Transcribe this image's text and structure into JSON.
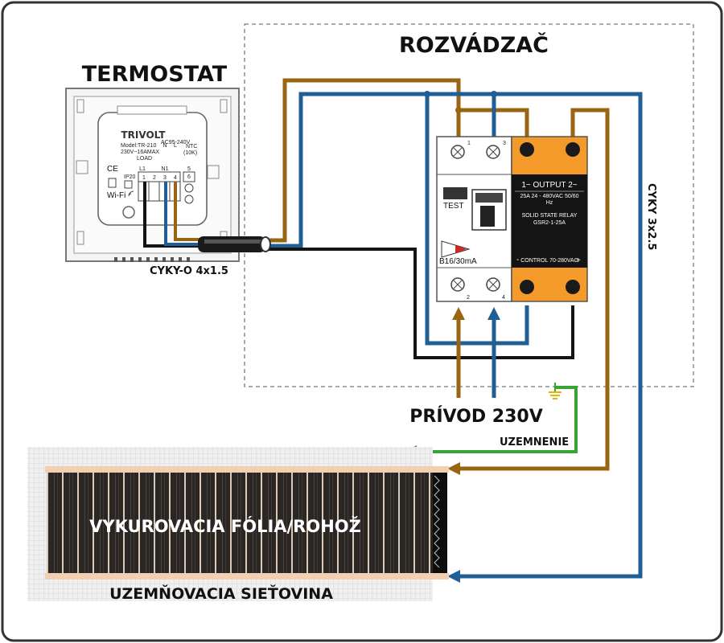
{
  "titles": {
    "thermostat": "TERMOSTAT",
    "cabinet": "ROZVÁDZAČ"
  },
  "thermostat": {
    "brand": "TRIVOLT",
    "model": "Model:TR-210",
    "rating": "230V~16AMAX",
    "load": "LOAD",
    "ac_label": "AC95-240V",
    "ntc_label": "NTC",
    "ntc_value": "(10K)",
    "ip_label": "IP20",
    "ce": "CE",
    "wifi": "Wi-Fi",
    "terminal_tags": [
      "L1",
      "",
      "N1",
      "N",
      "L",
      ""
    ],
    "terminals": [
      "1",
      "2",
      "3",
      "4",
      "5",
      "6"
    ]
  },
  "breaker": {
    "top_terminals": [
      "1",
      "3"
    ],
    "bottom_terminals": [
      "2",
      "4"
    ],
    "test": "TEST",
    "rating": "B16/30mA"
  },
  "relay": {
    "output": "1~ OUTPUT 2~",
    "spec": "25A 24 - 480VAC 50/60",
    "hz": "Hz",
    "name": "SOLID STATE RELAY",
    "model": "GSR2-1-25A",
    "minus": "-",
    "control": "CONTROL 70-280VAC",
    "plus": "+"
  },
  "labels": {
    "thermo_cable": "CYKY-O 4x1.5",
    "main_cable": "CYKY 3x2.5",
    "supply": "PRÍVOD 230V",
    "ground": "UZEMNENIE",
    "film": "VYKUROVACIA FÓLIA/ROHOŽ",
    "mesh": "UZEMŇOVACIA SIEŤOVINA"
  },
  "colors": {
    "brown": "#9a6512",
    "blue": "#1f5f96",
    "black": "#141414",
    "green": "#3aa335",
    "relay_orange": "#f39a2b"
  }
}
